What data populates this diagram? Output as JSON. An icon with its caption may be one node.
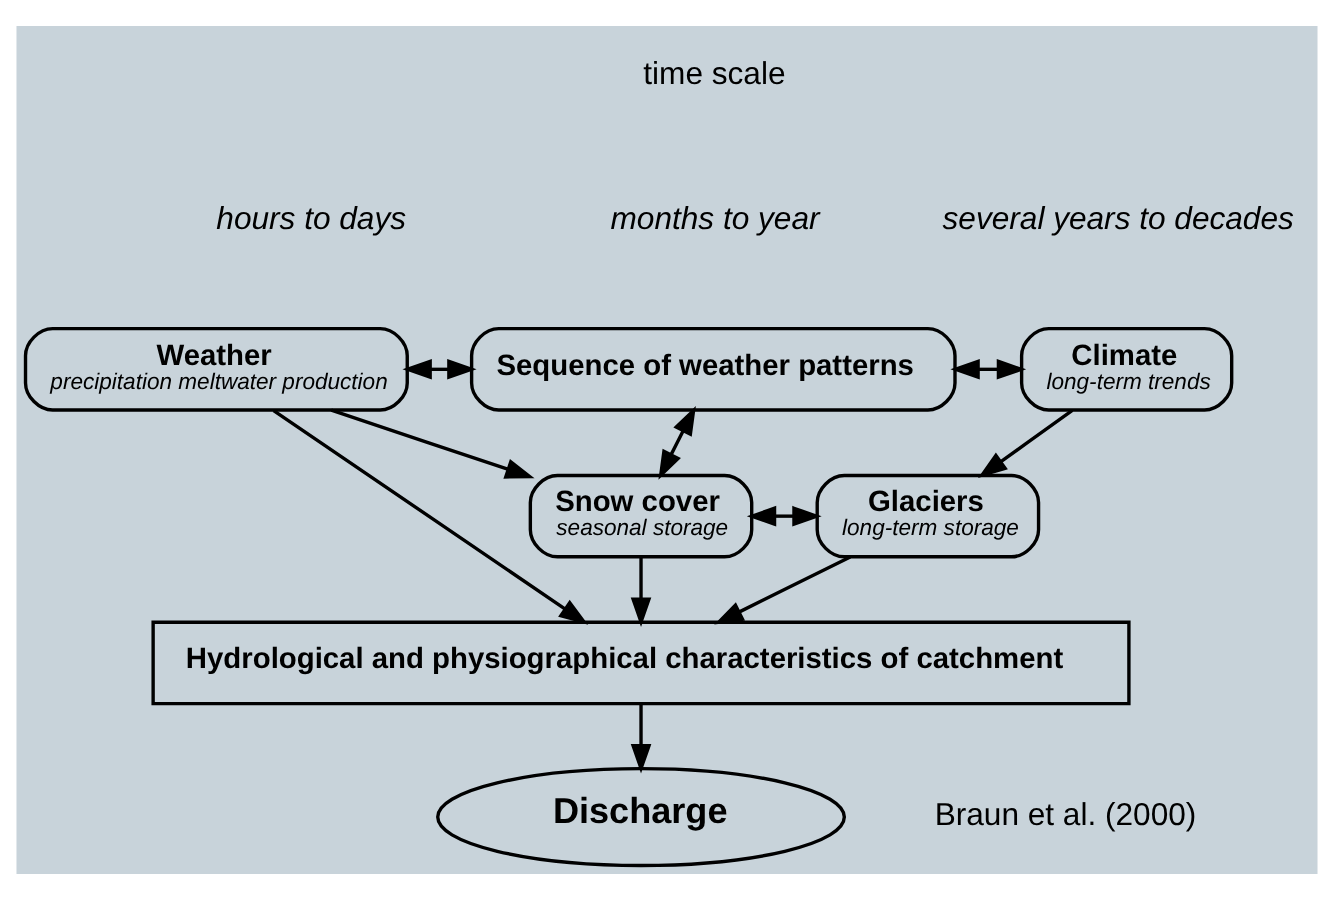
{
  "diagram": {
    "nodes": [
      {
        "text": [
          "Weather",
          "precipitation meltwater production"
        ]
      },
      {
        "text": [
          "Sequence of weather patterns"
        ]
      },
      {
        "text": [
          "Climate",
          "long-term trends"
        ]
      },
      {
        "text": [
          "Snow cover",
          "seasonal storage"
        ]
      },
      {
        "text": [
          "Glaciers",
          "long-term storage"
        ]
      },
      {
        "text": [
          "Hydrological and physiographical characteristics of catchment"
        ]
      },
      {
        "text": [
          "Discharge"
        ]
      }
    ],
    "edges": [
      {
        "from": 0,
        "to": 1,
        "arrow": "both"
      },
      {
        "from": 1,
        "to": 2,
        "arrow": "both"
      },
      {
        "from": 0,
        "to": 3,
        "arrow": "to"
      },
      {
        "from": 1,
        "to": 3,
        "arrow": "both"
      },
      {
        "from": 2,
        "to": 4,
        "arrow": "to"
      },
      {
        "from": 3,
        "to": 4,
        "arrow": "both"
      },
      {
        "from": 0,
        "to": 5,
        "arrow": "to"
      },
      {
        "from": 3,
        "to": 5,
        "arrow": "to"
      },
      {
        "from": 4,
        "to": 5,
        "arrow": "to"
      },
      {
        "from": 5,
        "to": 6,
        "arrow": "to"
      }
    ],
    "labels": [
      "time scale",
      "hours to days",
      "months to year",
      "several years to decades",
      "Braun et al. (2000)"
    ]
  }
}
